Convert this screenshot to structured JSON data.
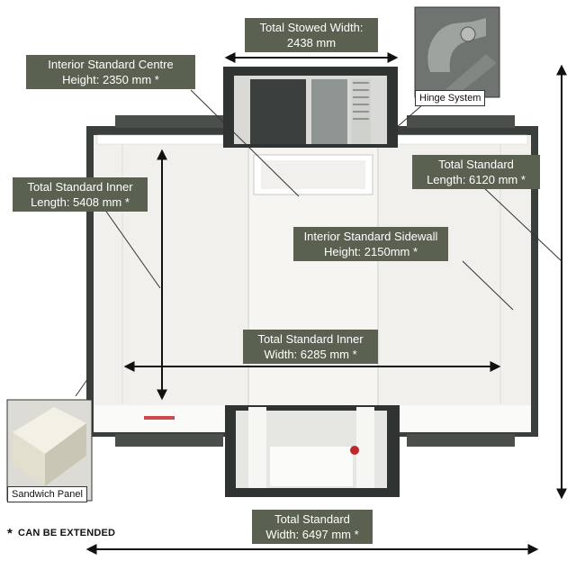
{
  "labels": {
    "stowed_width": [
      "Total Stowed Width:",
      "2438 mm"
    ],
    "centre_height": [
      "Interior Standard Centre",
      "Height: 2350 mm *"
    ],
    "inner_length": [
      "Total Standard Inner",
      "Length: 5408 mm *"
    ],
    "std_length": [
      "Total Standard",
      "Length: 6120 mm *"
    ],
    "sidewall_height": [
      "Interior Standard Sidewall",
      "Height: 2150mm *"
    ],
    "inner_width": [
      "Total Standard Inner",
      "Width: 6285 mm *"
    ],
    "std_width": [
      "Total Standard",
      "Width: 6497 mm *"
    ]
  },
  "captions": {
    "hinge": "Hinge System",
    "panel": "Sandwich Panel"
  },
  "note": {
    "star": "*",
    "text": "CAN BE EXTENDED"
  },
  "colors": {
    "label_bg": "#5b6150",
    "frame": "#3a3f3c",
    "wall": "#f4f3ef",
    "floor": "#fafaf8"
  }
}
